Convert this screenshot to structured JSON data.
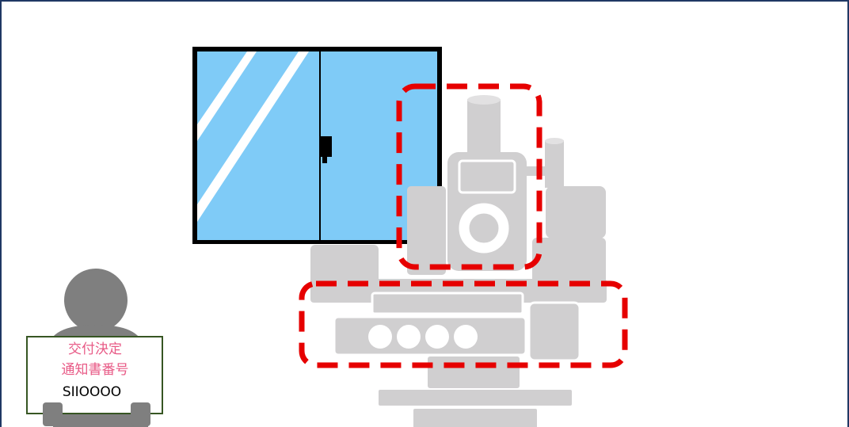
{
  "sign": {
    "line1": "交付決定",
    "line2": "通知書番号",
    "line3": "SIIOOOO"
  },
  "colors": {
    "frame_border": "#1f3864",
    "window_glass": "#7fcbf7",
    "window_frame": "#000000",
    "machine_gray": "#d0cfd0",
    "person_head": "#7f7f7f",
    "highlight_dash": "#e60000",
    "sign_border": "#375623",
    "sign_text_pink": "#e85a86",
    "sign_text_dark": "#000000"
  },
  "icons": {
    "window": "window-icon",
    "machine": "machine-tool-icon",
    "person": "person-icon"
  }
}
